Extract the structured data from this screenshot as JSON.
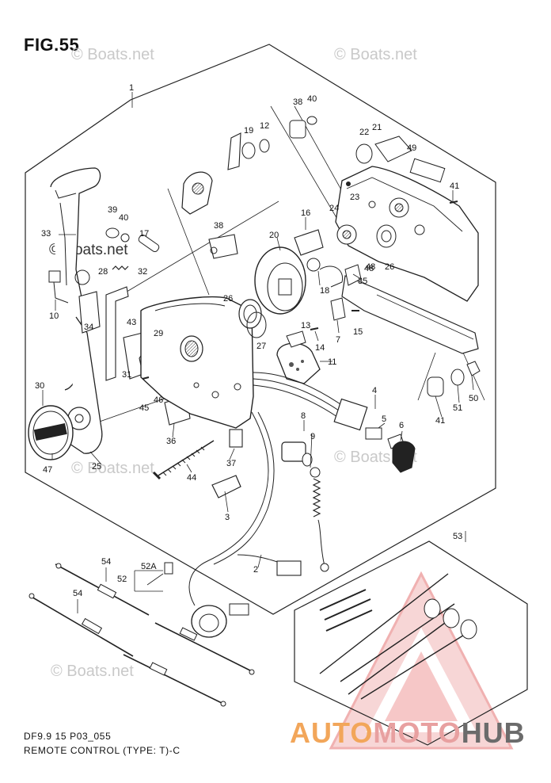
{
  "figure": {
    "title": "FIG.55",
    "watermark_text": "© Boats.net",
    "code": "DF9.9 15 P03_055",
    "caption": "REMOTE CONTROL (TYPE: T)-C"
  },
  "brand": {
    "auto": "AUTO",
    "moto": "MOTO",
    "hub": "HUB",
    "color_auto": "#f2a65a",
    "color_moto": "#e8a0a0",
    "color_hub": "#6b6b6b"
  },
  "callouts": [
    "1",
    "2",
    "3",
    "4",
    "5",
    "6",
    "7",
    "8",
    "9",
    "10",
    "11",
    "12",
    "13",
    "14",
    "15",
    "16",
    "17",
    "18",
    "19",
    "20",
    "21",
    "22",
    "23",
    "24",
    "25",
    "26",
    "27",
    "28",
    "29",
    "30",
    "31",
    "32",
    "33",
    "34",
    "35",
    "36",
    "37",
    "38",
    "39",
    "40",
    "41",
    "43",
    "44",
    "45",
    "46",
    "47",
    "48",
    "49",
    "50",
    "51",
    "52",
    "52A",
    "53",
    "54"
  ]
}
